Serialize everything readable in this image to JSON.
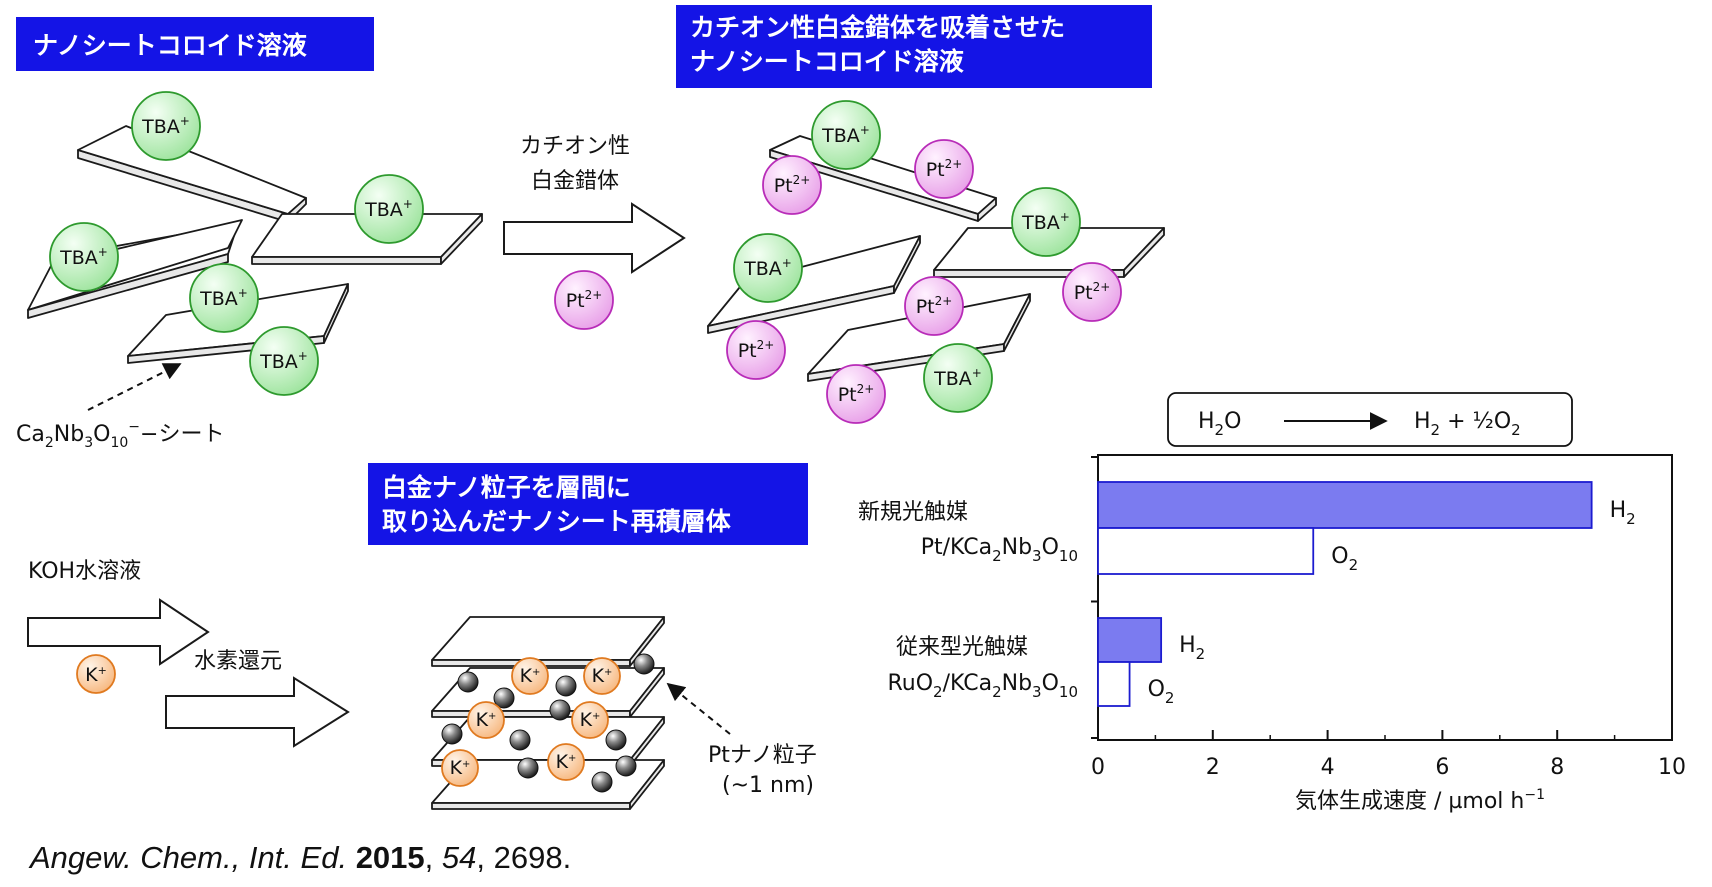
{
  "banners": {
    "colloid": "ナノシートコロイド溶液",
    "adsorbed_line1": "カチオン性白金錯体を吸着させた",
    "adsorbed_line2": "ナノシートコロイド溶液",
    "restacked_line1": "白金ナノ粒子を層間に",
    "restacked_line2": "取り込んだナノシート再積層体"
  },
  "ions": {
    "tba": "TBA",
    "pt": "Pt",
    "k": "K"
  },
  "labels": {
    "sheet_label_ca": "Ca",
    "sheet_label_nb": "Nb",
    "sheet_label_o": "O",
    "sheet_label_suffix": "シート",
    "step1_line1": "カチオン性",
    "step1_line2": "白金錯体",
    "step2": "KOH水溶液",
    "step3": "水素還元",
    "pt_particle_line1": "Ptナノ粒子",
    "pt_particle_line2": "(~1 nm)"
  },
  "reaction": {
    "left": "H",
    "left_o": "O",
    "right_h": "H",
    "right_mid": " + ½O"
  },
  "citation": {
    "journal": "Angew. Chem., Int. Ed.",
    "year": "2015",
    "volume": "54",
    "page": "2698."
  },
  "chart_data": {
    "type": "bar",
    "orientation": "horizontal",
    "categories": [
      {
        "name_line1": "新規光触媒",
        "name_line2": "Pt/KCa2Nb3O10"
      },
      {
        "name_line1": "従来型光触媒",
        "name_line2": "RuO2/KCa2Nb3O10"
      }
    ],
    "series": [
      {
        "name": "H2",
        "values": [
          8.6,
          1.1
        ]
      },
      {
        "name": "O2",
        "values": [
          3.75,
          0.55
        ]
      }
    ],
    "xlim": [
      0,
      10
    ],
    "xticks": [
      "0",
      "2",
      "4",
      "6",
      "8",
      "10"
    ],
    "xlabel": "気体生成速度 / µmol h",
    "grid": false,
    "colors": {
      "H2_fill": "#7b7bf0",
      "H2_edge": "#1c1cd0",
      "O2_fill": "#ffffff",
      "O2_edge": "#1c1cd0"
    }
  },
  "colors": {
    "banner": "#1414e6",
    "tba_fill": "#c6f0c6",
    "tba_edge": "#2e9a2e",
    "pt_fill": "#f2c2f2",
    "pt_edge": "#b82cb8",
    "k_fill": "#f9d0a8",
    "k_edge": "#e07a20"
  }
}
